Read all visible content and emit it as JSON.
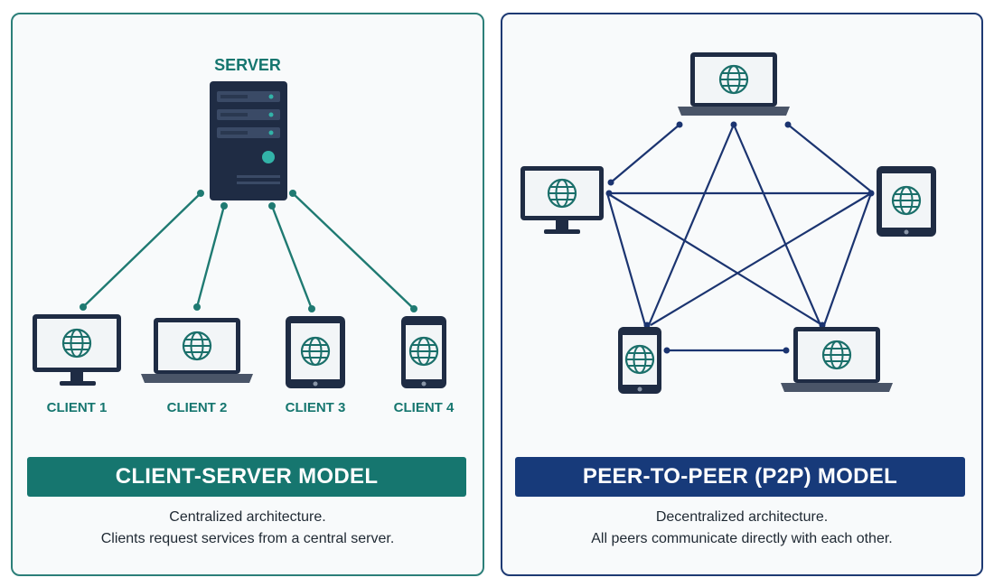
{
  "left": {
    "server_label": "SERVER",
    "clients": [
      {
        "label": "CLIENT 1",
        "device": "desktop-icon"
      },
      {
        "label": "CLIENT 2",
        "device": "laptop-icon"
      },
      {
        "label": "CLIENT 3",
        "device": "tablet-icon"
      },
      {
        "label": "CLIENT 4",
        "device": "phone-icon"
      }
    ],
    "title": "CLIENT-SERVER MODEL",
    "desc_line1": "Centralized architecture.",
    "desc_line2": "Clients request services from a central server.",
    "colors": {
      "accent": "#16766f",
      "line": "#1f7a72",
      "device": "#1f2c44"
    }
  },
  "right": {
    "peers": [
      {
        "device": "laptop-icon"
      },
      {
        "device": "desktop-icon"
      },
      {
        "device": "tablet-icon"
      },
      {
        "device": "phone-icon"
      },
      {
        "device": "laptop-icon"
      }
    ],
    "title": "PEER-TO-PEER (P2P) MODEL",
    "desc_line1": "Decentralized architecture.",
    "desc_line2": "All peers communicate directly with each other.",
    "colors": {
      "accent": "#173a7a",
      "line": "#1b3470",
      "device": "#1f2c44"
    }
  }
}
